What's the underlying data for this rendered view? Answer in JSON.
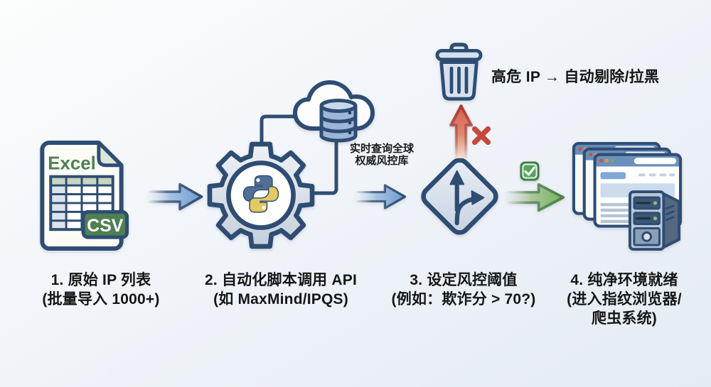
{
  "diagram": {
    "background": "#eef2f7",
    "steps": [
      {
        "name": "raw-ip-list",
        "caption": [
          "1. 原始 IP 列表",
          "(批量导入 1000+)"
        ]
      },
      {
        "name": "script-api",
        "caption": [
          "2. 自动化脚本调用 API",
          "(如 MaxMind/IPQS)"
        ]
      },
      {
        "name": "risk-threshold",
        "caption": [
          "3. 设定风控阈值",
          "(例如：欺诈分 > 70?)"
        ]
      },
      {
        "name": "clean-env",
        "caption": [
          "4. 纯净环境就绪",
          "(进入指纹浏览器/",
          "爬虫系统)"
        ]
      }
    ],
    "file_icon": {
      "app_label": "Excel",
      "badge": "CSV"
    },
    "cloud_note": [
      "实时查询全球",
      "权威风控库"
    ],
    "reject_note": "高危 IP → 自动剔除/拉黑",
    "icons": [
      "excel-csv-file-icon",
      "flow-arrow-icon",
      "gear-python-icon",
      "cloud-database-icon",
      "decision-diamond-icon",
      "trash-icon",
      "reject-up-arrow-icon",
      "reject-x-icon",
      "approve-check-icon",
      "approve-arrow-icon",
      "browser-stack-icon",
      "server-icon"
    ],
    "colors": {
      "navy_outline": "#2e4d73",
      "blue_arrow": "#6d9ace",
      "green": "#57a35c",
      "red": "#c8493c",
      "python_blue": "#4f6f96",
      "python_yellow": "#e3c95f",
      "excel_green": "#4e8052"
    }
  }
}
